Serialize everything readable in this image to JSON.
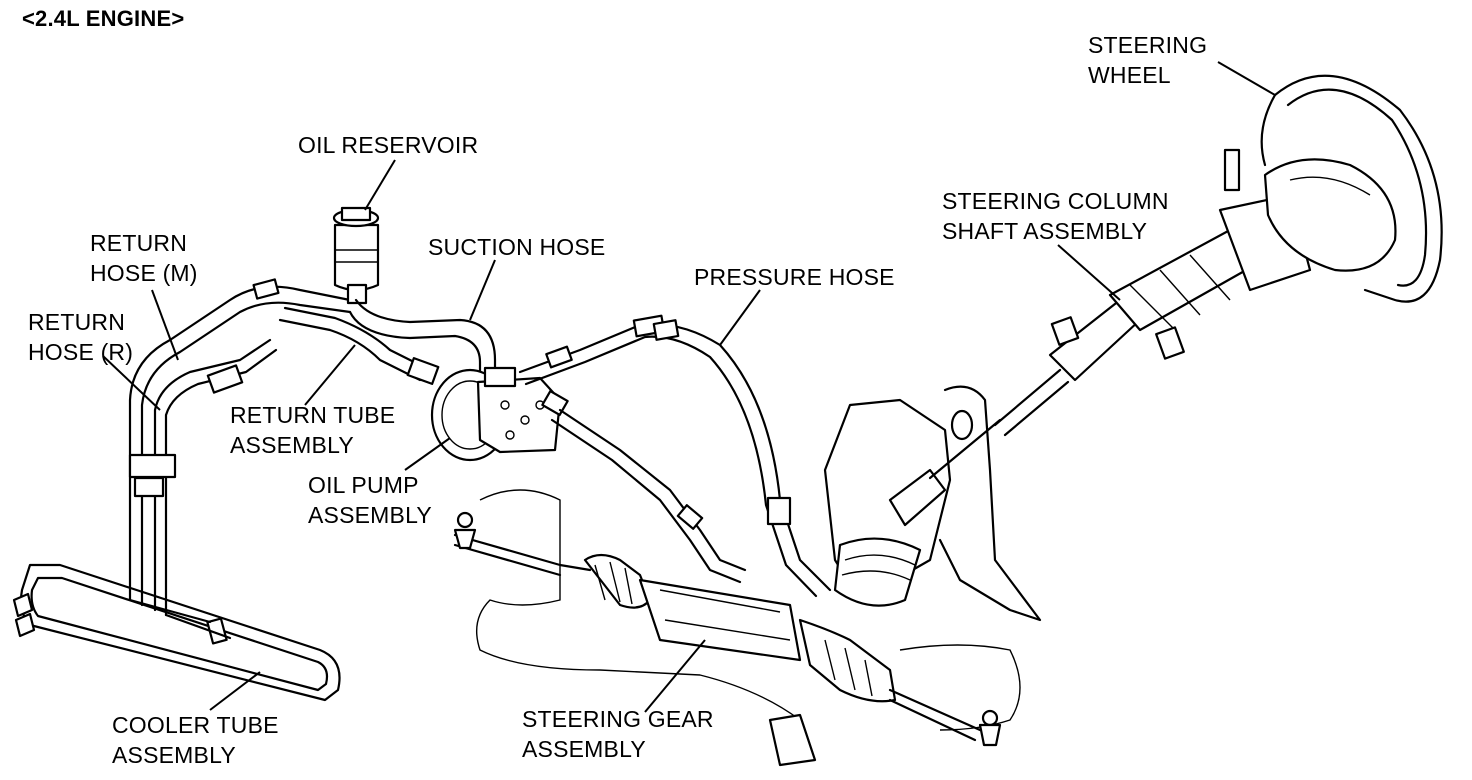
{
  "title": "<2.4L ENGINE>",
  "labels": {
    "steering_wheel": [
      "STEERING",
      "WHEEL"
    ],
    "oil_reservoir": [
      "OIL RESERVOIR"
    ],
    "steering_column": [
      "STEERING COLUMN",
      "SHAFT ASSEMBLY"
    ],
    "return_hose_m": [
      "RETURN",
      "HOSE (M)"
    ],
    "suction_hose": [
      "SUCTION HOSE"
    ],
    "pressure_hose": [
      "PRESSURE HOSE"
    ],
    "return_hose_r": [
      "RETURN",
      "HOSE (R)"
    ],
    "return_tube": [
      "RETURN TUBE",
      "ASSEMBLY"
    ],
    "oil_pump": [
      "OIL PUMP",
      "ASSEMBLY"
    ],
    "cooler_tube": [
      "COOLER TUBE",
      "ASSEMBLY"
    ],
    "steering_gear": [
      "STEERING GEAR",
      "ASSEMBLY"
    ]
  }
}
